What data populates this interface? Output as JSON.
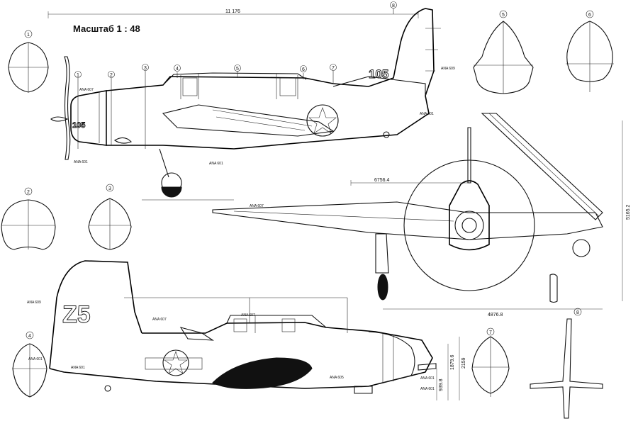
{
  "title": "Масштаб 1 : 48",
  "dimensions": {
    "overall_length": "11 176",
    "span_half": "6756.4",
    "span_full": "4876.8",
    "height_total": "5165.2",
    "height_2": "2159",
    "height_1": "1879.6",
    "height_0": "939.8"
  },
  "aircraft_code": "105",
  "side_code": "Z5",
  "paint_labels": [
    "ANA 607",
    "ANA 609",
    "ANA 601",
    "ANA 605"
  ],
  "section_numbers": [
    "1",
    "2",
    "3",
    "4",
    "5",
    "6",
    "7",
    "8"
  ]
}
